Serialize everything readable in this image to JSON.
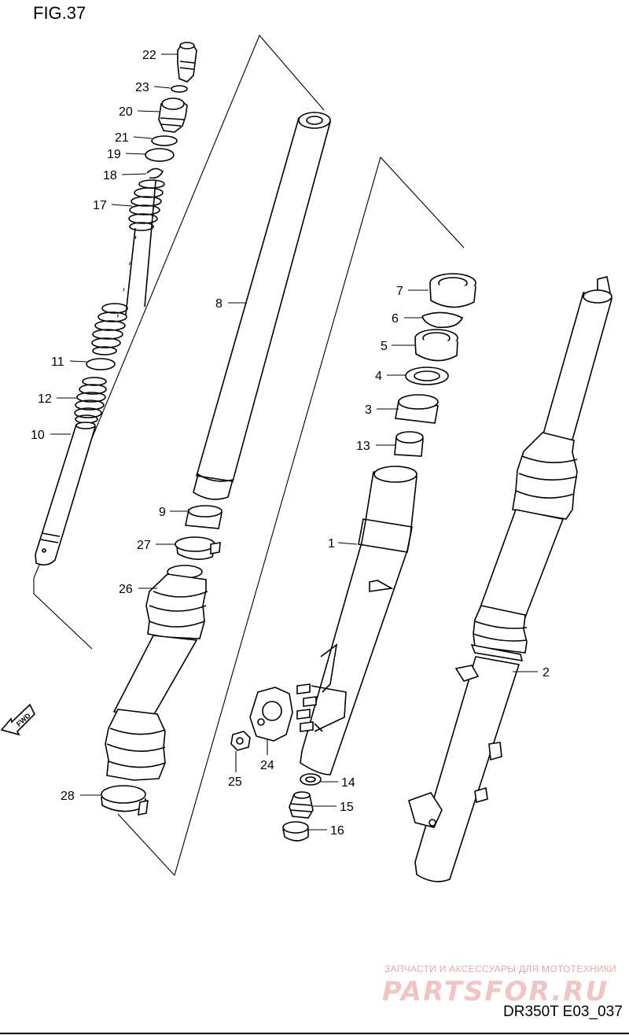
{
  "figure": {
    "title": "FIG.37",
    "code": "DR350T E03_037"
  },
  "watermark": {
    "tagline": "ЗАПЧАСТИ И АКСЕССУАРЫ ДЛЯ МОТОТЕХНИКИ",
    "brand": "PARTSFOR.RU"
  },
  "direction_badge": {
    "text": "FWD",
    "icon": "fwd-arrow-icon"
  },
  "callouts": [
    {
      "id": "22",
      "label": "22"
    },
    {
      "id": "23",
      "label": "23"
    },
    {
      "id": "20",
      "label": "20"
    },
    {
      "id": "21",
      "label": "21"
    },
    {
      "id": "19",
      "label": "19"
    },
    {
      "id": "18",
      "label": "18"
    },
    {
      "id": "17",
      "label": "17"
    },
    {
      "id": "8",
      "label": "8"
    },
    {
      "id": "7",
      "label": "7"
    },
    {
      "id": "6",
      "label": "6"
    },
    {
      "id": "5",
      "label": "5"
    },
    {
      "id": "4",
      "label": "4"
    },
    {
      "id": "11",
      "label": "11"
    },
    {
      "id": "12",
      "label": "12"
    },
    {
      "id": "3",
      "label": "3"
    },
    {
      "id": "10",
      "label": "10"
    },
    {
      "id": "13",
      "label": "13"
    },
    {
      "id": "9",
      "label": "9"
    },
    {
      "id": "1",
      "label": "1"
    },
    {
      "id": "27",
      "label": "27"
    },
    {
      "id": "26",
      "label": "26"
    },
    {
      "id": "2",
      "label": "2"
    },
    {
      "id": "24",
      "label": "24"
    },
    {
      "id": "25",
      "label": "25"
    },
    {
      "id": "14",
      "label": "14"
    },
    {
      "id": "15",
      "label": "15"
    },
    {
      "id": "16",
      "label": "16"
    },
    {
      "id": "28",
      "label": "28"
    }
  ]
}
